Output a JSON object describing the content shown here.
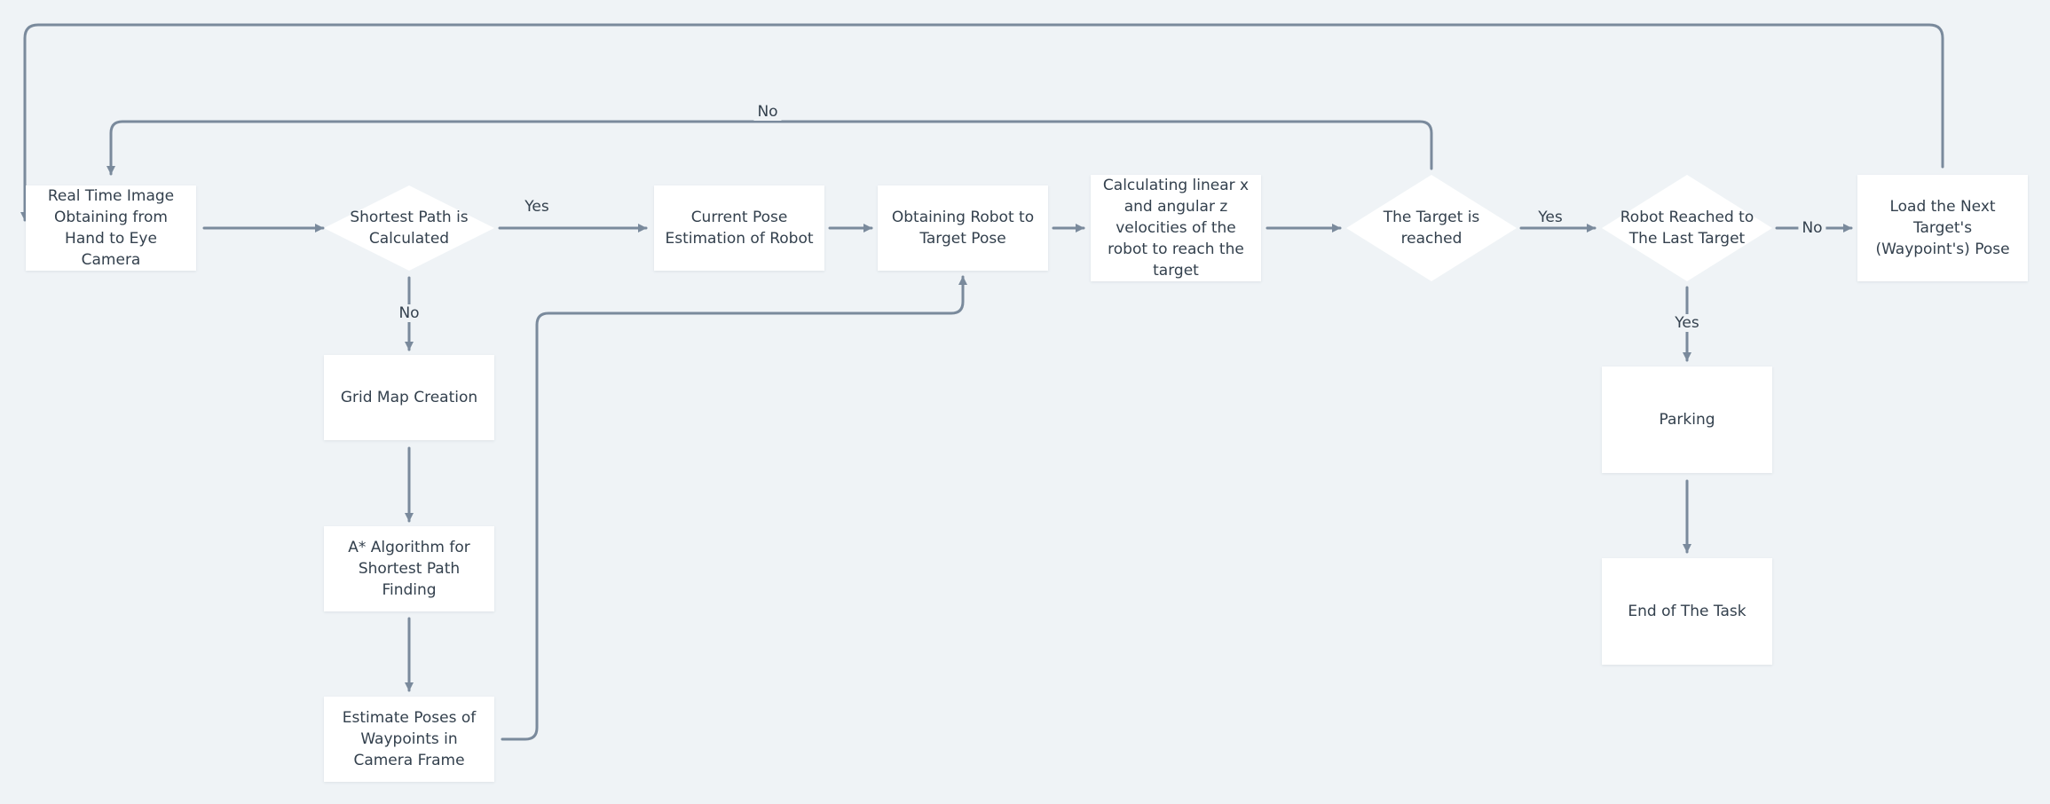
{
  "nodes": {
    "camera": "Real Time Image Obtaining from Hand to Eye Camera",
    "shortest_path": "Shortest Path is Calculated",
    "current_pose": "Current Pose Estimation of Robot",
    "robot_to_target": "Obtaining Robot to Target Pose",
    "velocities": "Calculating linear x and angular z velocities of the robot to reach the target",
    "target_reached": "The Target is reached",
    "last_target": "Robot Reached to The Last Target",
    "load_next": "Load the Next Target's (Waypoint's) Pose",
    "grid_map": "Grid Map Creation",
    "astar": "A* Algorithm for Shortest Path Finding",
    "estimate_poses": "Estimate Poses of Waypoints in Camera Frame",
    "parking": "Parking",
    "end_task": "End of The Task"
  },
  "edge_labels": {
    "sp_yes": "Yes",
    "sp_no": "No",
    "target_no": "No",
    "target_yes": "Yes",
    "last_no": "No",
    "last_yes": "Yes"
  },
  "colors": {
    "background": "#eff3f6",
    "node_fill": "#ffffff",
    "connector": "#7a8a9c",
    "text": "#33404d"
  }
}
